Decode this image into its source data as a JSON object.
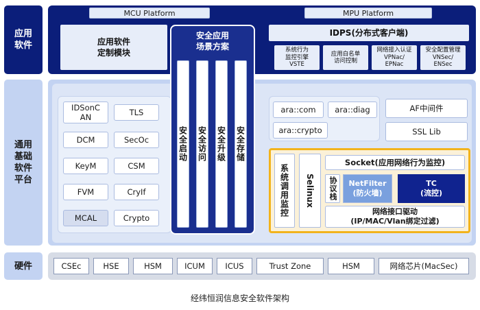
{
  "layers": {
    "app": {
      "label": "应用\n软件"
    },
    "platform": {
      "label": "通用\n基础\n软件\n平台"
    },
    "hardware": {
      "label": "硬件"
    }
  },
  "app_layer": {
    "mcu_platform": "MCU Platform",
    "mpu_platform": "MPU Platform",
    "custom_module": "应用软件\n定制模块",
    "security_solution": "安全应用\n场景方案",
    "idps": "IDPS(分布式客户端)",
    "idps_items": [
      "系统行为\n监控引擎\nVSTE",
      "应用白名单\n访问控制",
      "网络接入认证\nVPNac/\nEPNac",
      "安全配置管理\nVNSec/\nENSec"
    ]
  },
  "platform_layer": {
    "mcu_modules": [
      [
        "IDSonC\nAN",
        "TLS"
      ],
      [
        "DCM",
        "SecOc"
      ],
      [
        "KeyM",
        "CSM"
      ],
      [
        "FVM",
        "CryIf"
      ],
      [
        "MCAL",
        "Crypto"
      ]
    ],
    "security_pillars": [
      "安全启动",
      "安全访问",
      "安全升级",
      "安全存储"
    ],
    "ara_com": "ara::com",
    "ara_diag": "ara::diag",
    "ara_crypto": "ara::crypto",
    "af_middleware": "AF中间件",
    "ssl_lib": "SSL Lib",
    "sys_monitor": "系统调用监控",
    "selinux": "Selinux",
    "socket": "Socket(应用网络行为监控)",
    "protocol_stack": "协议栈",
    "netfilter": "NetFilter\n(防火墙)",
    "tc": "TC\n(流控)",
    "net_driver": "网络接口驱动\n(IP/MAC/Vlan绑定过滤)"
  },
  "hardware_layer": {
    "items": [
      "CSEc",
      "HSE",
      "HSM",
      "ICUM",
      "ICUS",
      "Trust Zone",
      "HSM",
      "网络芯片(MacSec)"
    ]
  },
  "caption": "经纬恒润信息安全软件架构",
  "colors": {
    "dark_navy": "#0b1e7a",
    "light_blue": "#c3d3f2",
    "highlight_orange": "#f2b31c",
    "netfilter_blue": "#7aa0de",
    "tc_navy": "#10238f"
  }
}
